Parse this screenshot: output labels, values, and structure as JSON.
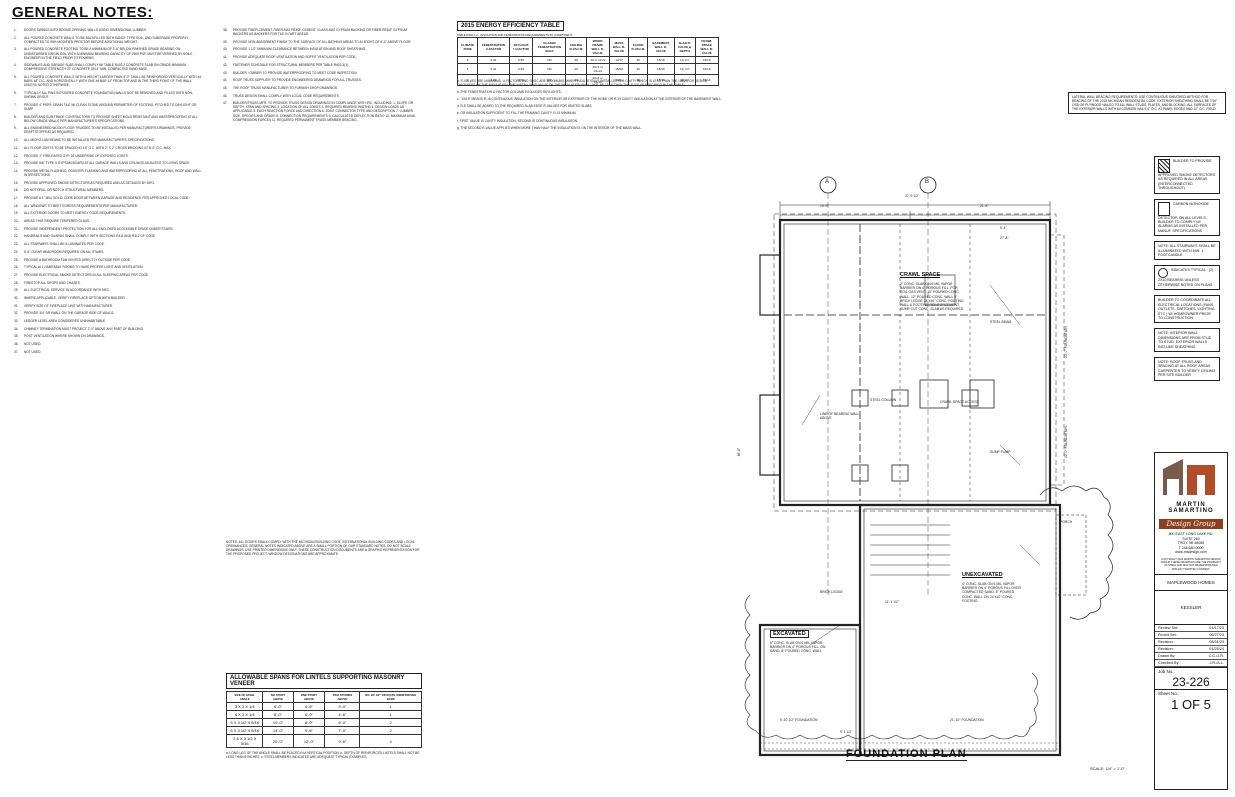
{
  "general_notes": {
    "title": "GENERAL NOTES:",
    "col1": [
      {
        "n": "1.",
        "t": "DOORS SWINGS INTO ROOMS OPENING WALLS USING DIMENSIONAL LUMBER."
      },
      {
        "n": "2.",
        "t": "ALL POURED CONCRETE WALLS TO BE BACKFILLED WITH SANDY TYPE SOIL, AND SUBGRADE PROPERLY COMPACTED TO 95% MODIFIED PROCTOR BEFORE ADDITIONAL WEIGHT."
      },
      {
        "n": "3.",
        "t": "ALL POURED CONCRETE FOOTING TO BE A MINIMUM OF 3'-6\" BELOW FINISHED GRADE BEARING ON UNDISTURBED VIRGIN SOIL WITH A MINIMUM BEARING CAPACITY OF 2500 PSF. MUST BE VERIFIED BY SOILS ENGINEER IN THE FIELD PRIOR TO POURING."
      },
      {
        "n": "4.",
        "t": "SIDEWALKS AND GARAGE SLAB SHALL COMPLY W/ TABLE R402.2 CONCRETE SLAB ON GRADE MINIMUM COMPRESSIVE STRENGTH OF CONCRETE ON 4\" MIN. COMPACTED SAND BASE."
      },
      {
        "n": "5.",
        "t": "ALL POURED CONCRETE WALLS WITH A HEIGHT LARGER THAN 4'-0\" SHALL BE REINFORCED VERTICALLY WITH #4 BARS 48\" O.C. AND HORIZONTALLY WITH ONE #4 BAR 12\" FROM TOP AND IN THE THIRD POINT OF THE WALL. UNLESS NOTED OTHERWISE."
      },
      {
        "n": "6.",
        "t": "TYPICALLY ALL PINS IN POURED CONCRETE FOUNDATION WALLS NOT BE REMOVED AND FILLED WITH NON-SHRINK GROUT."
      },
      {
        "n": "7.",
        "t": "PROVIDE 4\" PERF. DRAIN TILE W/ CLEAN STONE AROUND PERIMETER OF FOOTING, PITCHED TO DAYLIGHT OR SUMP."
      },
      {
        "n": "8.",
        "t": "BUILDER AND SUB-TRADE CONTRACTORS TO PROVIDE SHEET MOLD RESISTANT AND WATERPROOFING AT ALL BELOW GRADE WALLS PER MANUFACTURER'S SPECIFICATIONS."
      },
      {
        "n": "9.",
        "t": "ALL ENGINEERED WOOD FLOOR TRUSSES TO BE INSTALLED PER MANUFACTURER'S DRAWINGS. PROVIDE DRAFTSTOPPING AS REQUIRED."
      },
      {
        "n": "10.",
        "t": "ALL MICRO-LAM BEAMS TO BE INSTALLED PER MANUFACTURER'S SPECIFICATIONS."
      },
      {
        "n": "11.",
        "t": "ALL FLOOR JOISTS TO BE SPACED AT 16\" O.C. WITH 2\" X 2\" CROSS BRIDGING AT 8'-0\" O.C. MAX."
      },
      {
        "n": "12.",
        "t": "PROVIDE 1\" FIRE-RATED GYP. AT UNDERSIDE OF EXPOSED JOISTS."
      },
      {
        "n": "13.",
        "t": "PROVIDE 5/8\" TYPE X GYPSUM BOARD AT ALL GARAGE WALLS AND CEILINGS ADJACENT TO LIVING SPACE."
      },
      {
        "n": "14.",
        "t": "PROVIDE METAL FLASHING, COUNTER FLASHING AND WATERPROOFING AT ALL PENETRATIONS, ROOF AND WALL INTERSECTIONS."
      },
      {
        "n": "15.",
        "t": "PROVIDE APPROVED SMOKE DETECTORS AS REQUIRED AND AS DETAILED BY MFG."
      },
      {
        "n": "16.",
        "t": "DO NOT DRILL OR NOTCH STRUCTURAL MEMBERS."
      },
      {
        "n": "17.",
        "t": "PROVIDE A 1\" MIN. SOLID CORE DOOR BETWEEN GARAGE AND RESIDENCE PER APPROVED LOCAL CODE."
      },
      {
        "n": "18.",
        "t": "ALL WINDOWS TO MEET EGRESS REQUIREMENTS PER MANUFACTURER."
      },
      {
        "n": "19.",
        "t": "ALL EXTERIOR DOORS TO MEET ENERGY CODE REQUIREMENTS."
      },
      {
        "n": "20.",
        "t": "AREAS THAT REQUIRE TEMPERED GLASS."
      },
      {
        "n": "21.",
        "t": "PROVIDE INDEPENDENT PROTECTION FOR ALL ENCLOSED ACCESSIBLE SPACE UNDER STAIRS."
      },
      {
        "n": "22.",
        "t": "HANDRAILS AND GUARDS SHALL COMPLY WITH SECTIONS R311 AND R312 OF CODE."
      },
      {
        "n": "23.",
        "t": "ALL STAIRWAYS SHALL BE ILLUMINATED PER CODE."
      },
      {
        "n": "24.",
        "t": "6'-8\" CLEAR HEADROOM REQUIRED ON ALL STAIRS."
      },
      {
        "n": "25.",
        "t": "PROVIDE A BATHROOM FAN VENTED DIRECTLY OUTSIDE PER CODE."
      },
      {
        "n": "26.",
        "t": "TYPICAL ALL HABITABLE ROOMS TO HAVE PROPER LIGHT AND VENTILATION."
      },
      {
        "n": "27.",
        "t": "PROVIDE ELECTRICAL SMOKE DETECTORS IN ALL SLEEPING AREAS PER CODE."
      },
      {
        "n": "28.",
        "t": "FIRESTOP ALL DROPS AND CHASES."
      },
      {
        "n": "29.",
        "t": "ALL ELECTRICAL SERVICE IN ACCORDANCE WITH NEC."
      },
      {
        "n": "30.",
        "t": "WHERE APPLICABLE, VERIFY FIREPLACE OPTION WITH BUILDER."
      },
      {
        "n": "31.",
        "t": "VERIFY SIZE OF FIREPLACE UNIT WITH MANUFACTURER."
      },
      {
        "n": "32.",
        "t": "PROVIDE 3/4\" DRYWALL ON THE GARAGE SIDE OF WALLS."
      },
      {
        "n": "33.",
        "t": "LEDGER LEVEL AREA CONSIDERED UNINHABITABLE."
      },
      {
        "n": "34.",
        "t": "CHIMNEY TERMINATION MUST PROJECT 2'-0\" ABOVE ANY PART OF BUILDING."
      },
      {
        "n": "35.",
        "t": "POST VENTILATION WHERE SHOWN ON DRAWINGS."
      },
      {
        "n": "36.",
        "t": "NOT USED."
      },
      {
        "n": "37.",
        "t": "NOT USED."
      }
    ],
    "col2": [
      {
        "n": "38.",
        "t": "PROVIDE FIBER-CEMENT, FIBER-MAT REINF. CEMENT, GLASS-MAT GYPSUM BACKING OR FIBER-REINF. GYPSUM BACKERS AS BACKERS FOR TILE IN WET AREAS."
      },
      {
        "n": "39.",
        "t": "PROVIDE NON-ABSORBENT FINISH TO THE SURFACE OF ALL BATHING AREAS TO A HEIGHT OF 6'-0\" ABOVE FLOOR."
      },
      {
        "n": "40.",
        "t": "PROVIDE 1 1/2\" MINIMUM CLEARANCE BETWEEN INSULATION AND ROOF SHEATHING."
      },
      {
        "n": "41.",
        "t": "PROVIDE ADEQUATE ROOF VENTILATION AND SOFFIT VENTILATION PER CODE."
      },
      {
        "n": "42.",
        "t": "FASTENER SCHEDULE FOR STRUCTURAL MEMBERS PER TABLE R602.3(1)."
      },
      {
        "n": "43.",
        "t": "BUILDER / OWNER TO PROVIDE WATERPROOFING TO MEET CODE INSPECTION."
      },
      {
        "n": "44.",
        "t": "ROOF TRUSS SUPPLIER TO PROVIDE ENGINEERED DRAWINGS FOR ALL TRUSSES."
      },
      {
        "n": "45.",
        "t": "THE ROOF TRUSS MANUFACTURER TO FURNISH SHOP DRAWINGS."
      },
      {
        "n": "46.",
        "t": "TRUSS DESIGN SHALL COMPLY WITH LOCAL CODE REQUIREMENTS."
      },
      {
        "n": "47.",
        "t": "BUILDER/TRUSS MFR. TO PROVIDE TRUSS DESIGN DRAWINGS IN COMPLIANCE WITH IRC, INCLUDING: 1. SLOPE OR DEPTH, SPAN AND SPACING 2. LOCATION OF ALL JOINTS 3. REQUIRED BEARING WIDTHS 4. DESIGN LOADS AS APPLICABLE 5. EACH REACTION FORCE AND DIRECTION 6. JOINT CONNECTOR TYPE AND DESCRIPTION 7. LUMBER SIZE, SPECIES AND GRADE 8. CONNECTION REQUIREMENTS 9. CALCULATED DEFLECTION RATIO 10. MAXIMUM AXIAL COMPRESSION FORCES 11. REQUIRED PERMANENT TRUSS MEMBER BRACING."
      }
    ],
    "notes_block": "NOTES: ALL DOORS SHALL COMPLY WITH THE MICHIGAN BUILDING CODE, INTERNATIONAL BUILDING CODES AND LOCAL ORDINANCES. GENERAL NOTES INDICATED ABOVE ARE A SMALL PORTION OF OUR STANDARD NOTES. DO NOT SCALE DRAWINGS. USE PRINTED DIMENSIONS ONLY. THESE CONSTRUCTION DOCUMENTS ARE A GRAPHIC REPRESENTATION FOR THE PROPOSED PROJECT. WINDOW DESIGNATIONS ARE APPROXIMATE."
  },
  "energy_table": {
    "title": "2015 ENERGY EFFICIENCY TABLE",
    "subtitle": "TABLE R402.1.2 - INSULATION AND FENESTRATION REQUIREMENTS BY COMPONENT",
    "headers": [
      "CLIMATE ZONE",
      "FENESTRATION U-FACTOR",
      "SKYLIGHT U-FACTOR",
      "GLAZED FENESTRATION SHGC",
      "CEILING R-VALUE",
      "WOOD FRAME WALL R-VALUE",
      "MASS WALL R-VALUE",
      "FLOOR R-VALUE",
      "BASEMENT WALL R-VALUE",
      "SLAB R-VALUE & DEPTH",
      "CRAWL SPACE WALL R-VALUE"
    ],
    "rows": [
      [
        "5",
        "0.32",
        "0.55",
        "NR",
        "49",
        "20 or 13+5",
        "13/17",
        "30",
        "15/19",
        "10, 2 ft",
        "15/19"
      ],
      [
        "6",
        "0.32",
        "0.55",
        "NR",
        "49",
        "20+5 or 13+10",
        "15/20",
        "30",
        "15/19",
        "10, 4 ft",
        "15/19"
      ],
      [
        "7",
        "0.32",
        "0.55",
        "NR",
        "49",
        "20+5 or 13+10",
        "19/21",
        "38",
        "15/19",
        "10, 4 ft",
        "15/19"
      ]
    ]
  },
  "energy_notes": [
    "a. R-VALUES ARE MINIMUMS. U-FACTORS AND SHGC ARE MAXIMUMS. WHEN INSULATION IS INSTALLED IN A CAVITY WHICH IS LESS THAN THE LABEL OR DESIGN THICKNESS OF THE INSULATION, THE INSTALLED R-VALUE OF THE INSULATION SHALL NOT BE LESS THAN THE R-VALUE SPECIFIED IN THE TABLE.",
    "b. THE FENESTRATION U-FACTOR COLUMN EXCLUDES SKYLIGHTS.",
    "c. \"15/19\" MEANS R-15 CONTINUOUS INSULATION ON THE INTERIOR OR EXTERIOR OF THE HOME OR R-19 CAVITY INSULATION AT THE INTERIOR OF THE BASEMENT WALL.",
    "d. R-5 SHALL BE ADDED TO THE REQUIRED SLAB EDGE R-VALUES FOR HEATED SLABS.",
    "e. OR INSULATION SUFFICIENT TO FILL THE FRAMING CAVITY, R-19 MINIMUM.",
    "f. FIRST VALUE IS CAVITY INSULATION, SECOND IS CONTINUOUS INSULATION.",
    "g. THE SECOND R-VALUE APPLIES WHEN MORE THAN HALF THE INSULATION IS ON THE INTERIOR OF THE MASS WALL."
  ],
  "lintels": {
    "title": "ALLOWABLE SPANS FOR LINTELS SUPPORTING MASONRY VENEER",
    "headers": [
      "SIZE OF STEEL ANGLE",
      "NO STORY ABOVE",
      "ONE STORY ABOVE",
      "TWO STORIES ABOVE",
      "NO. OF 1/2\" OR EQUIV. REINFORCING BARS"
    ],
    "rows": [
      [
        "3 X 3 X 1/4",
        "6'-0\"",
        "4'-6\"",
        "3'-0\"",
        "1"
      ],
      [
        "4 X 3 X 1/4",
        "8'-0\"",
        "6'-0\"",
        "4'-6\"",
        "1"
      ],
      [
        "5 X 3 1/2 X 5/16",
        "10'-0\"",
        "8'-0\"",
        "6'-0\"",
        "2"
      ],
      [
        "6 X 3 1/2 X 5/16",
        "14'-0\"",
        "9'-6\"",
        "7'-0\"",
        "2"
      ],
      [
        "2-6 X 3 1/2 X 5/16",
        "20'-0\"",
        "12'-0\"",
        "9'-6\"",
        "4"
      ]
    ],
    "notes": "a. LONG LEG OF THE ANGLE SHALL BE PLACED IN A VERTICAL POSITION. b. DEPTH OF REINFORCED LINTELS SHALL NOT BE LESS THAN 8 INCHES. c. STEEL MEMBERS INDICATED ARE ADEQUATE TYPICAL EXAMPLES."
  },
  "bracing_note": "LATERAL WALL BRACING REQUIREMENTS: USE CONTINUOUS SHEATHED METHOD FOR BRACING OF THE 2015 MICHIGAN RESIDENTIAL CODE. EXTERIOR SHEATHING SHALL BE 7/16\" OSB OR PLYWOOD NAILED TO ALL WALL STUDS, PLATES, AND BLOCKING. ALL SURFACES OF THE EXTERIOR WALLS WITH 8d COMMON NAILS 6\" O.C. AT PANEL EDGES AND 12\" O.C. FIELD.",
  "legend": [
    {
      "key": "hatch",
      "text": "BUILDER TO PROVIDE APPROVED SMOKE DETECTORS AS REQUIRED IN ALL AREAS (INTERCONNECTED THROUGHOUT)"
    },
    {
      "key": "co",
      "text": "CARBON MONOXIDE DETECTOR ON ALL LEVELS. BUILDER TO COMPLY W/ ALARMS AS INSTALLED PER MANUF. SPECIFICATIONS"
    },
    {
      "key": "none",
      "text": "NOTE: ALL STAIRWAYS SHALL BE ILLUMINATED WITH MIN. 1 FOOTCANDLE"
    },
    {
      "key": "dot",
      "text": "INDICATES TYPICAL - (2) 2X10 BEARING UNLESS OTHERWISE NOTED ON PLANS"
    },
    {
      "key": "none",
      "text": "BUILDER TO COORDINATE ALL ELECTRICAL LOCATIONS (FANS, OUTLETS, SWITCHES, LIGHTING, ETC.) W/ HOMEOWNER PRIOR TO CONSTRUCTION"
    },
    {
      "key": "none",
      "text": "NOTE: INTERIOR WALL DIMENSIONS ARE FROM STUD TO STUD. EXTERIOR WALLS INCLUDE SHEATHING"
    },
    {
      "key": "none",
      "text": "NOTE: ROOF TRUSS AND SPACING AT ALL ROOF AREAS CARPENTER TO VERIFY CEILING PER SITE BUILDER"
    }
  ],
  "title_block": {
    "logo_line1": "MARTIN",
    "logo_line2": "SAMARTINO",
    "logo_line3": "Design Group",
    "address": [
      "800 EAST LONG LAKE RD.",
      "SUITE 260",
      "TROY, MI 48085",
      "T 248.680.0000",
      "www.msdesign.com"
    ],
    "copyright": "COPYRIGHT 2023 MARTIN SAMARTINO DESIGN GROUP. THESE DRAWINGS ARE THE PROPERTY OF MSDG AND MAY NOT BE REPRODUCED WITHOUT WRITTEN CONSENT.",
    "client": "MAPLEWOOD HOMES",
    "project": "KESSLER",
    "revisions": [
      {
        "label": "Review Set:",
        "date": "01/17/23"
      },
      {
        "label": "Permit Set:",
        "date": "06/27/23"
      },
      {
        "label": "Revision:",
        "date": "08/31/23"
      },
      {
        "label": "Revision:",
        "date": "01/25/24"
      },
      {
        "label": "Drawn By:",
        "date": "C.C./J.R."
      },
      {
        "label": "Checked By:",
        "date": "J.R./A.L."
      }
    ],
    "job_label": "Job No.:",
    "job_no": "23-226",
    "sheet_label": "Sheet No.:",
    "sheet_no": "1 OF 5"
  },
  "plan": {
    "title": "FOUNDATION PLAN",
    "scale": "SCALE: 1/4\" = 1'-0\"",
    "grid_a": "A",
    "grid_b": "B",
    "overall_dim": "37'-9 1/2\"",
    "dim_left": "15'-9\"",
    "dim_right": "21'-8\"",
    "dim_height": "46'-8\"",
    "dim_upper": "23'-0\" FOUNDATION",
    "dim_lower": "22'-0\" FOUNDATION",
    "dim_bottom1": "5'-10 1/2\" FOUNDATION",
    "dim_bottom2": "9'-1 1/2\"",
    "dim_bottom3": "21'-10\" FOUNDATION",
    "crawl_title": "CRAWL SPACE",
    "crawl_text": "2\" CONC. SLAB ON 6 MIL VAPOR BARRIER ON 4\" POROUS FILL. FOR SOIL GAS VENT. 10\" POURED CONC. WALL. 12\" POURED CONC. WALL 8\" BRICK LEDGE 24\"x10\" CONC. FOOTING WALL & FOOTING REINFORCEMENT. SUMP CUT CONC. SLAB AS REQUIRED.",
    "unexcavated_title": "UNEXCAVATED",
    "unexcavated_text": "4\" CONC. SLAB ON 6 MIL VAPOR BARRIER ON 4\" POROUS FILL OVER COMPACTED SAND. 8\" POURED CONC. WALL ON 24\"x10\" CONC. FOOTING.",
    "excavated_title": "EXCAVATED",
    "excavated_text": "6\" CONC. SLAB ON 6 MIL VAPOR BARRIER ON 4\" POROUS FILL. ON SAND. 8\" POURED CONC. WALL",
    "label_steel_col": "STEEL COLUMN",
    "label_beam": "STEEL BEAM",
    "label_bearing_wall": "LINE OF BEARING WALL ABOVE",
    "label_sump": "SUMP PUMP",
    "label_crawl_access": "CRAWL SPACE ACCESS",
    "label_brick_ledge": "BRICK LEDGE",
    "label_porch": "PORCH",
    "label_dim_mid": "11'-1 1/2\"",
    "label_dim_top": "9'-4\"",
    "label_dim_top2": "27'-8\""
  }
}
